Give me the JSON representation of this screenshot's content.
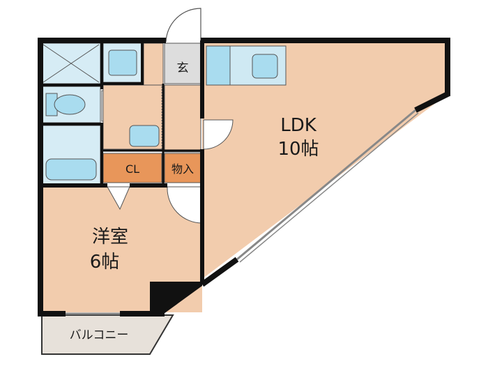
{
  "rooms": {
    "ldk": {
      "name": "LDK",
      "size": "10帖"
    },
    "western": {
      "name": "洋室",
      "size": "6帖"
    },
    "closet": "CL",
    "storage": "物入",
    "entrance": "玄",
    "balcony": "バルコニー"
  },
  "colors": {
    "wall": "#111111",
    "room_floor": "#f2ccad",
    "wet_area": "#d6ecf5",
    "fixture": "#a9dcef",
    "storage_fill": "#e8965a",
    "entrance_fill": "#dddddd",
    "balcony_fill": "#e7e1da",
    "background": "#ffffff"
  }
}
